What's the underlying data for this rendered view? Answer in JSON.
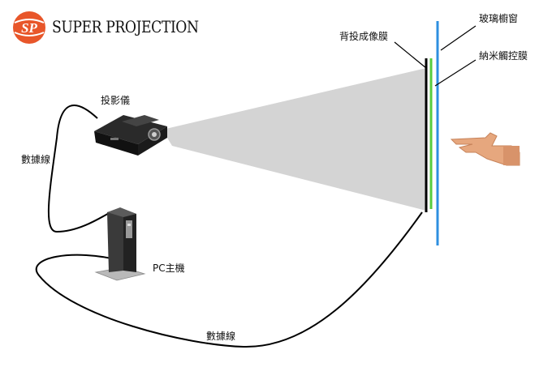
{
  "logo": {
    "badge_text": "SP",
    "name": "SUPER PROJECTION"
  },
  "labels": {
    "rear_projection_film": "背投成像膜",
    "glass_window": "玻璃櫥窗",
    "nano_touch_film": "納米觸控膜",
    "projector": "投影儀",
    "data_cable_left": "數據線",
    "pc_host": "PC主機",
    "data_cable_bottom": "數據線"
  },
  "colors": {
    "logo_orange": "#e8562a",
    "glass_line": "#2e8fe0",
    "touch_film_line": "#56cc3e",
    "projection_film_line": "#000000",
    "beam": "#d4d4d4"
  }
}
